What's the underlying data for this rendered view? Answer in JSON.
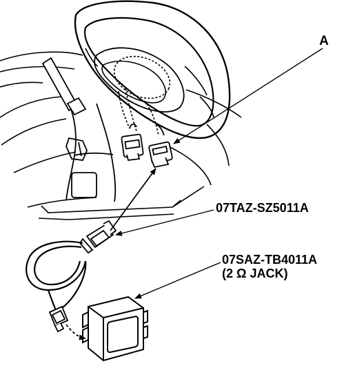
{
  "labels": {
    "callout_a": "A",
    "part_1": "07TAZ-SZ5011A",
    "part_2": "07SAZ-TB4011A",
    "part_2_note": "(2 Ω JACK)"
  },
  "colors": {
    "ink": "#000000",
    "paper": "#ffffff"
  },
  "components": [
    {
      "id": "steering-wheel",
      "icon": "steering-wheel-icon"
    },
    {
      "id": "airbag-connector-pair",
      "icon": "connector-icon"
    },
    {
      "id": "test-harness",
      "icon": "harness-cable-icon"
    },
    {
      "id": "dummy-load-box",
      "icon": "jack-box-icon"
    }
  ]
}
